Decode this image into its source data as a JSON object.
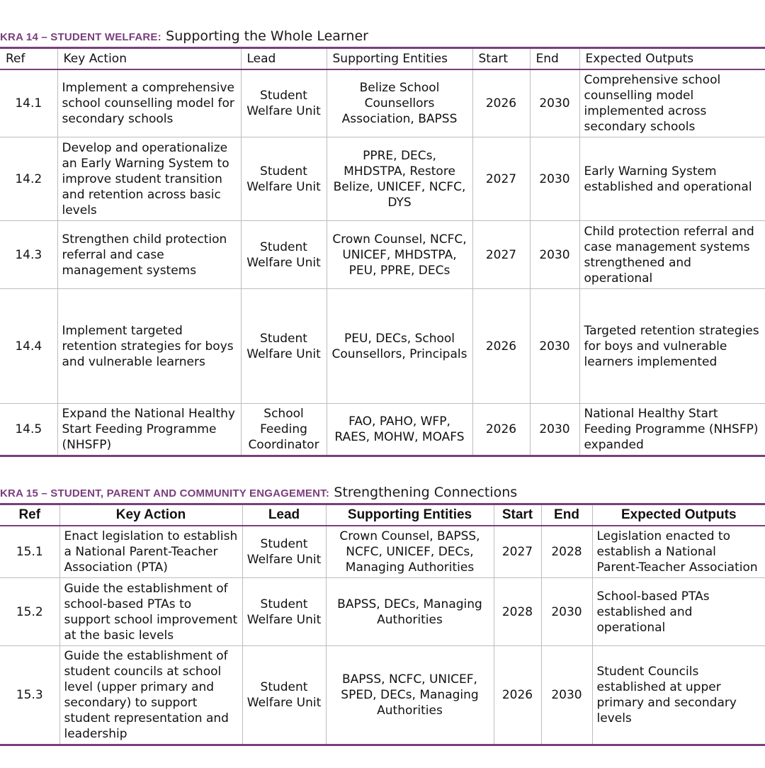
{
  "kra14": {
    "kra_label": "KRA 14 – STUDENT WELFARE:",
    "subtitle": "Supporting the Whole Learner",
    "headers": [
      "Ref",
      "Key Action",
      "Lead",
      "Supporting Entities",
      "Start",
      "End",
      "Expected Outputs"
    ],
    "rows": [
      {
        "ref": "14.1",
        "action": "Implement a comprehensive school counselling model for secondary schools",
        "lead": "Student Welfare Unit",
        "supporting": "Belize School Counsellors Association, BAPSS",
        "start": "2026",
        "end": "2030",
        "outputs": "Comprehensive school counselling model implemented across secondary schools"
      },
      {
        "ref": "14.2",
        "action": "Develop and operationalize an Early Warning System to improve student transition and retention across basic levels",
        "lead": "Student Welfare Unit",
        "supporting": "PPRE, DECs, MHDSTPA, Restore Belize, UNICEF, NCFC, DYS",
        "start": "2027",
        "end": "2030",
        "outputs": "Early Warning System established and operational"
      },
      {
        "ref": "14.3",
        "action": "Strengthen child protection referral and case management systems",
        "lead": "Student Welfare Unit",
        "supporting": "Crown Counsel, NCFC, UNICEF, MHDSTPA, PEU, PPRE, DECs",
        "start": "2027",
        "end": "2030",
        "outputs": "Child protection referral and case management systems strengthened and operational"
      },
      {
        "ref": "14.4",
        "action": "Implement targeted retention strategies for boys and vulnerable learners",
        "lead": "Student Welfare Unit",
        "supporting": "PEU, DECs, School Counsellors, Principals",
        "start": "2026",
        "end": "2030",
        "outputs": "Targeted retention strategies for boys and vulnerable learners implemented"
      },
      {
        "ref": "14.5",
        "action": "Expand the National Healthy Start Feeding Programme (NHSFP)",
        "lead": "School Feeding Coordinator",
        "supporting": "FAO, PAHO, WFP, RAES, MOHW, MOAFS",
        "start": "2026",
        "end": "2030",
        "outputs": "National Healthy Start Feeding Programme (NHSFP) expanded"
      }
    ]
  },
  "kra15": {
    "kra_label": "KRA 15 – STUDENT, PARENT AND COMMUNITY ENGAGEMENT:",
    "subtitle": "Strengthening Connections",
    "headers": [
      "Ref",
      "Key Action",
      "Lead",
      "Supporting Entities",
      "Start",
      "End",
      "Expected Outputs"
    ],
    "rows": [
      {
        "ref": "15.1",
        "action": "Enact legislation to establish a National Parent-Teacher Association (PTA)",
        "lead": "Student Welfare Unit",
        "supporting": "Crown Counsel, BAPSS, NCFC, UNICEF, DECs, Managing Authorities",
        "start": "2027",
        "end": "2028",
        "outputs": "Legislation enacted to establish a National Parent-Teacher Association"
      },
      {
        "ref": "15.2",
        "action": "Guide the establishment of school-based PTAs to support school improvement at the basic levels",
        "lead": "Student Welfare Unit",
        "supporting": "BAPSS, DECs, Managing Authorities",
        "start": "2028",
        "end": "2030",
        "outputs": "School-based PTAs established and operational"
      },
      {
        "ref": "15.3",
        "action": "Guide the establishment of student councils at school level (upper primary and secondary) to support student representation and leadership",
        "lead": "Student Welfare Unit",
        "supporting": "BAPSS, NCFC, UNICEF, SPED, DECs, Managing Authorities",
        "start": "2026",
        "end": "2030",
        "outputs": "Student Councils established at upper primary and secondary levels"
      }
    ]
  }
}
